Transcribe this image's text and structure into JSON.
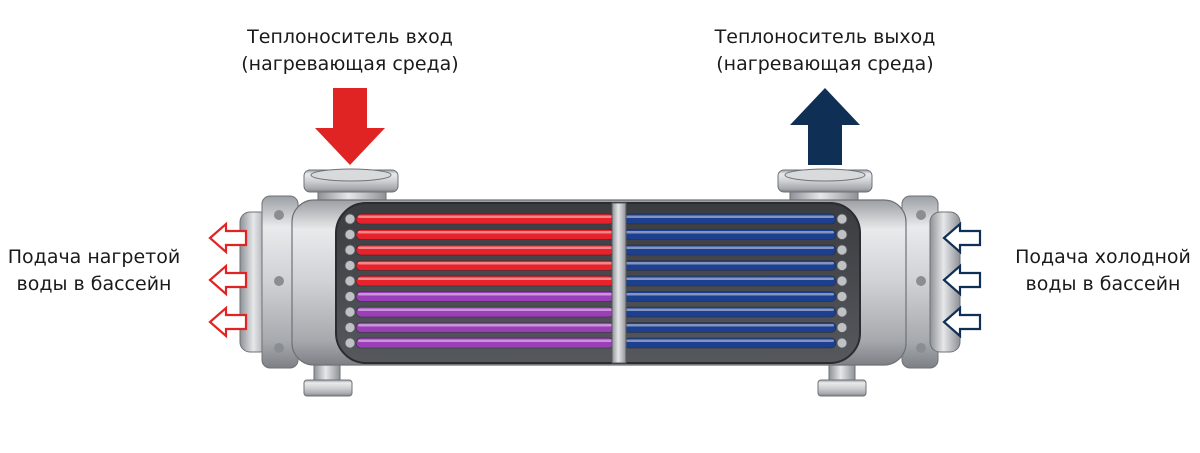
{
  "labels": {
    "inlet": {
      "line1": "Теплоноситель вход",
      "line2": "(нагревающая среда)"
    },
    "outlet": {
      "line1": "Теплоноситель выход",
      "line2": "(нагревающая среда)"
    },
    "hot_pool_supply": {
      "line1": "Подача нагретой",
      "line2": "воды в бассейн"
    },
    "cold_pool_supply": {
      "line1": "Подача холодной",
      "line2": "воды в бассейн"
    }
  },
  "colors": {
    "inlet_arrow": "#e02424",
    "outlet_arrow": "#0f2f55",
    "hot_outline_arrow": "#e02424",
    "cold_outline_arrow": "#0f2f55",
    "hot_tube": "#e8222a",
    "warm_tube": "#9b3fb8",
    "cold_tube": "#1d3f8f",
    "shell": "#cfd1d4"
  },
  "icons": {
    "inlet": "arrow-down-icon",
    "outlet": "arrow-up-icon",
    "hot_flow": "outline-arrow-left-icon",
    "cold_flow": "outline-arrow-left-icon"
  }
}
